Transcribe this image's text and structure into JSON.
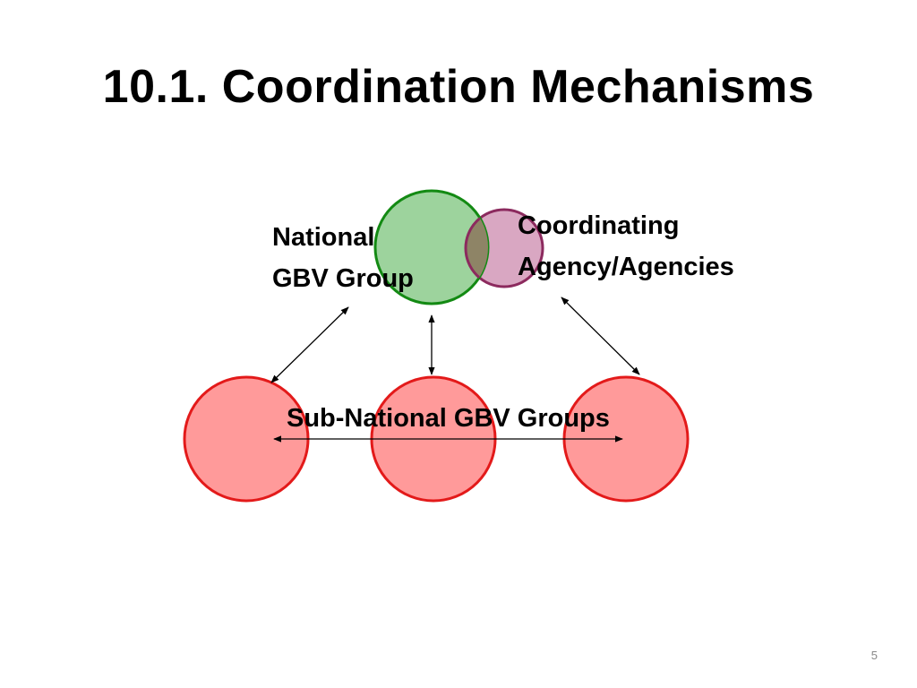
{
  "slide": {
    "title": "10.1.  Coordination Mechanisms",
    "page_number": "5"
  },
  "diagram": {
    "national_group": {
      "label_line1": "National",
      "label_line2": "GBV Group",
      "fill": "#9dd39d",
      "stroke": "#138a13"
    },
    "coordinating_agency": {
      "label_line1": "Coordinating",
      "label_line2": "Agency/Agencies",
      "fill": "#d9a7c2",
      "stroke": "#8c2a5e"
    },
    "overlap_fill": "#8e8466",
    "sub_national_groups": {
      "label": "Sub-National GBV Groups",
      "fill": "#ff9a9a",
      "stroke": "#e31a1a",
      "count": 3
    },
    "arrow_color": "#000000"
  }
}
